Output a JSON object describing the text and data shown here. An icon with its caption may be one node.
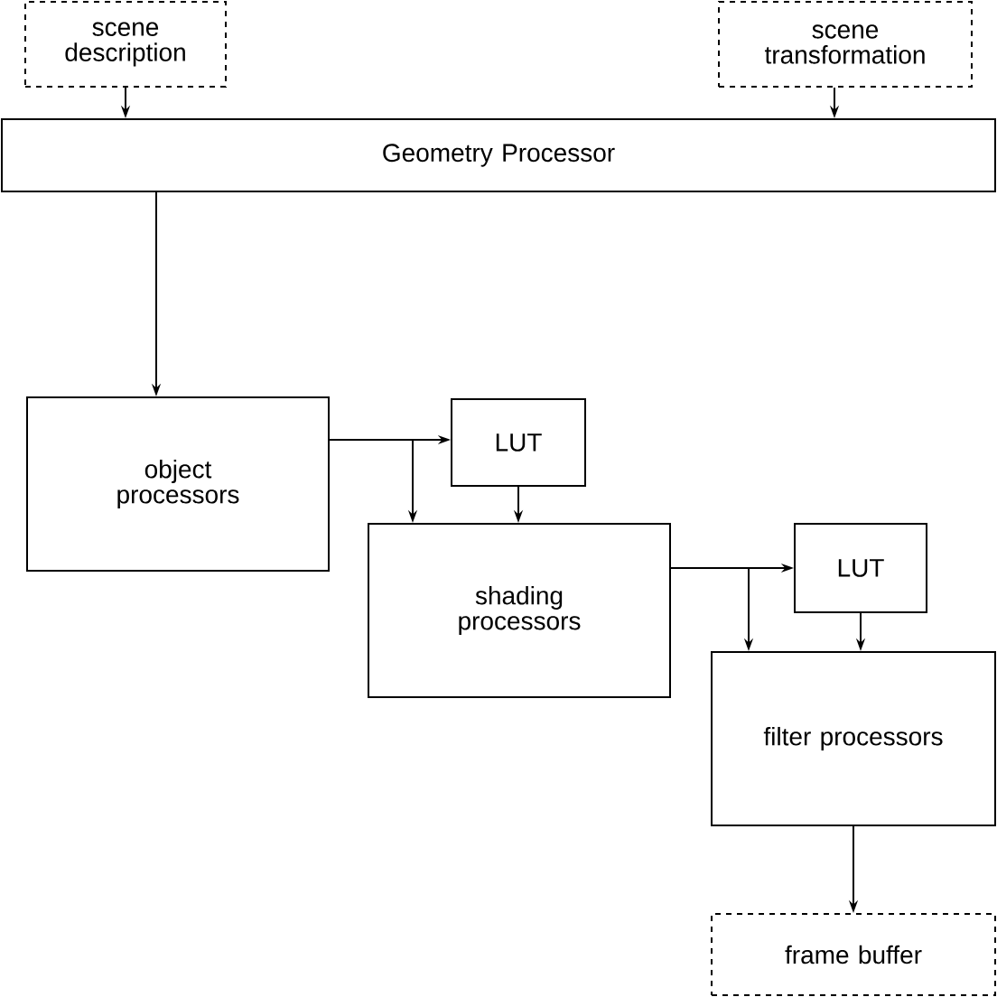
{
  "diagram": {
    "nodes": [
      {
        "text": [
          "scene description"
        ]
      },
      {
        "text": [
          "scene transformation"
        ]
      },
      {
        "text": [
          "Geometry Processor"
        ]
      },
      {
        "text": [
          "object processors"
        ]
      },
      {
        "text": [
          "LUT"
        ]
      },
      {
        "text": [
          "shading processors"
        ]
      },
      {
        "text": [
          "LUT"
        ]
      },
      {
        "text": [
          "filter processors"
        ]
      },
      {
        "text": [
          "frame buffer"
        ]
      }
    ],
    "edges": [
      {
        "from": 0,
        "to": 2,
        "arrow": "to"
      },
      {
        "from": 1,
        "to": 2,
        "arrow": "to"
      },
      {
        "from": 2,
        "to": 3,
        "arrow": "to"
      },
      {
        "from": 3,
        "to": 4,
        "arrow": "to"
      },
      {
        "from": 3,
        "to": 5,
        "arrow": "to"
      },
      {
        "from": 4,
        "to": 5,
        "arrow": "to"
      },
      {
        "from": 5,
        "to": 6,
        "arrow": "to"
      },
      {
        "from": 5,
        "to": 7,
        "arrow": "to"
      },
      {
        "from": 6,
        "to": 7,
        "arrow": "to"
      },
      {
        "from": 7,
        "to": 8,
        "arrow": "to"
      }
    ]
  }
}
